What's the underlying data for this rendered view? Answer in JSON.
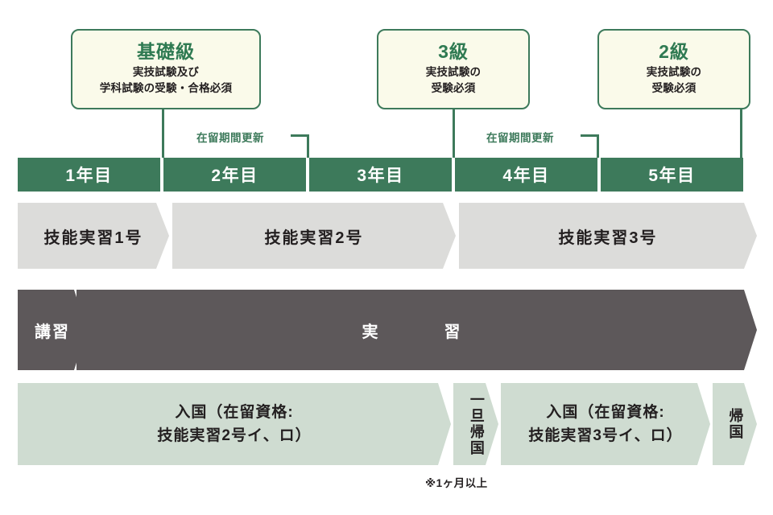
{
  "callouts": [
    {
      "id": "kiso",
      "grade": "基礎級",
      "req_line1": "実技試験及び",
      "req_line2": "学科試験の受験・合格必須"
    },
    {
      "id": "grade3",
      "grade": "3級",
      "req_line1": "実技試験の",
      "req_line2": "受験必須"
    },
    {
      "id": "grade2",
      "grade": "2級",
      "req_line1": "実技試験の",
      "req_line2": "受験必須"
    }
  ],
  "renewals": [
    {
      "label": "在留期間更新"
    },
    {
      "label": "在留期間更新"
    }
  ],
  "year_bar": {
    "cells": [
      "1年目",
      "2年目",
      "3年目",
      "4年目",
      "5年目"
    ]
  },
  "training_band": {
    "items": [
      {
        "label": "技能実習1号"
      },
      {
        "label": "技能実習2号"
      },
      {
        "label": "技能実習3号"
      }
    ]
  },
  "practice_band": {
    "items": [
      {
        "label": "講習"
      },
      {
        "label": "実　　習"
      }
    ]
  },
  "entry_band": {
    "items": [
      {
        "label_line1": "入国（在留資格:",
        "label_line2": "技能実習2号イ、ロ）",
        "vertical": false
      },
      {
        "label": "一旦帰国",
        "vertical": true
      },
      {
        "label_line1": "入国（在留資格:",
        "label_line2": "技能実習3号イ、ロ）",
        "vertical": false
      },
      {
        "label": "帰国",
        "vertical": true
      }
    ]
  },
  "footnote": {
    "text": "※1ヶ月以上"
  },
  "colors": {
    "green_dark": "#3d7a5b",
    "green_text": "#2f7a52",
    "callout_fill": "#fafaea",
    "grey_band": "#dcdcda",
    "dark_band": "#5d585a",
    "pale_green": "#cfdcd1",
    "ink": "#231f20",
    "white": "#ffffff"
  }
}
